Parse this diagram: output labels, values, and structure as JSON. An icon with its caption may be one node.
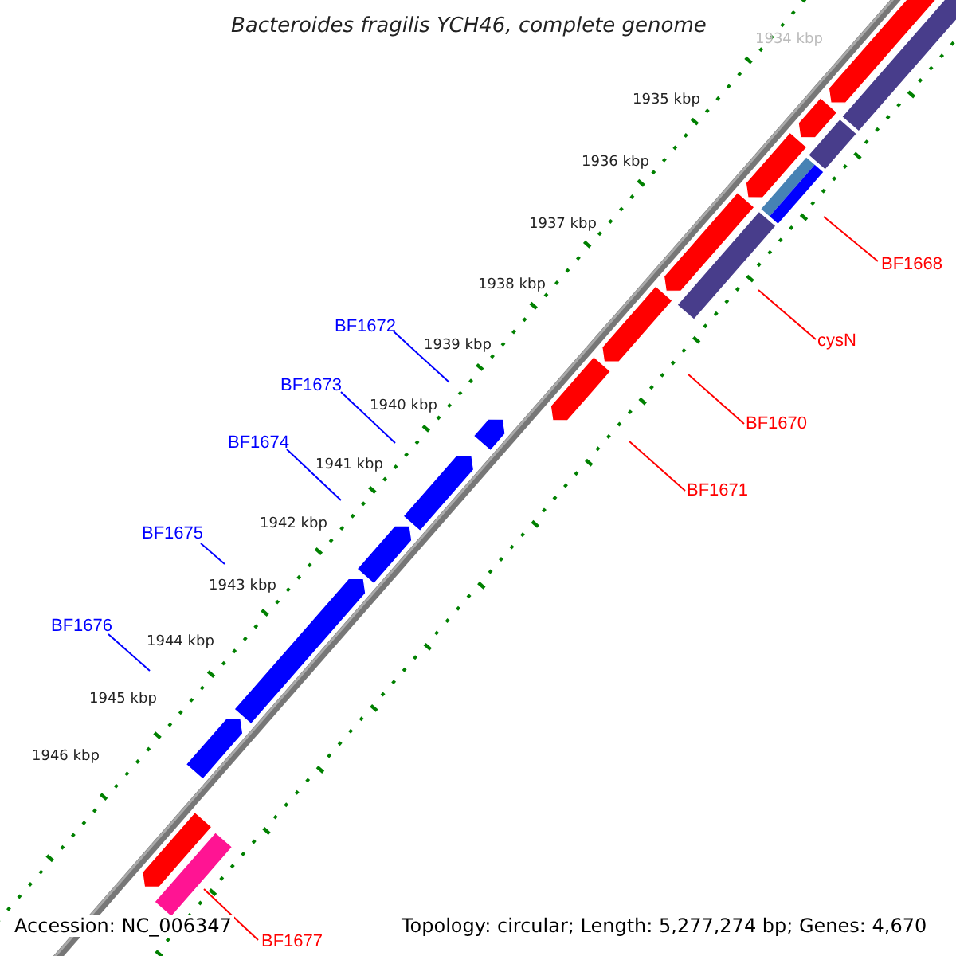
{
  "diagram": {
    "title": "Bacteroides fragilis YCH46, complete genome",
    "nodes": [
      {
        "text": [
          "BF1668"
        ]
      },
      {
        "text": [
          "BF1672"
        ]
      },
      {
        "text": [
          "cysN"
        ]
      },
      {
        "text": [
          "BF1673"
        ]
      },
      {
        "text": [
          "BF1670"
        ]
      },
      {
        "text": [
          "BF1674"
        ]
      },
      {
        "text": [
          "BF1671"
        ]
      },
      {
        "text": [
          "BF1675"
        ]
      },
      {
        "text": [
          "BF1676"
        ]
      },
      {
        "text": [
          "BF1677"
        ]
      }
    ],
    "edges": [
      {
        "from": 0,
        "to": null,
        "arrow": "none",
        "color": "#ff0000"
      },
      {
        "from": 1,
        "to": null,
        "arrow": "none",
        "color": "#0000ff"
      },
      {
        "from": 2,
        "to": null,
        "arrow": "none",
        "color": "#ff0000"
      },
      {
        "from": 3,
        "to": null,
        "arrow": "none",
        "color": "#0000ff"
      },
      {
        "from": 4,
        "to": null,
        "arrow": "none",
        "color": "#ff0000"
      },
      {
        "from": 5,
        "to": null,
        "arrow": "none",
        "color": "#0000ff"
      },
      {
        "from": 6,
        "to": null,
        "arrow": "none",
        "color": "#ff0000"
      },
      {
        "from": 7,
        "to": null,
        "arrow": "none",
        "color": "#0000ff"
      },
      {
        "from": 8,
        "to": null,
        "arrow": "none",
        "color": "#0000ff"
      },
      {
        "from": 9,
        "to": null,
        "arrow": "none",
        "color": "#ff0000"
      }
    ],
    "labels": [
      "1934 kbp",
      "1935 kbp",
      "1936 kbp",
      "1937 kbp",
      "1938 kbp",
      "1939 kbp",
      "1940 kbp",
      "1941 kbp",
      "1942 kbp",
      "1943 kbp",
      "1944 kbp",
      "1945 kbp",
      "1946 kbp",
      "Accession: NC_006347",
      "Topology: circular; Length: 5,277,274 bp; Genes: 4,670"
    ]
  }
}
